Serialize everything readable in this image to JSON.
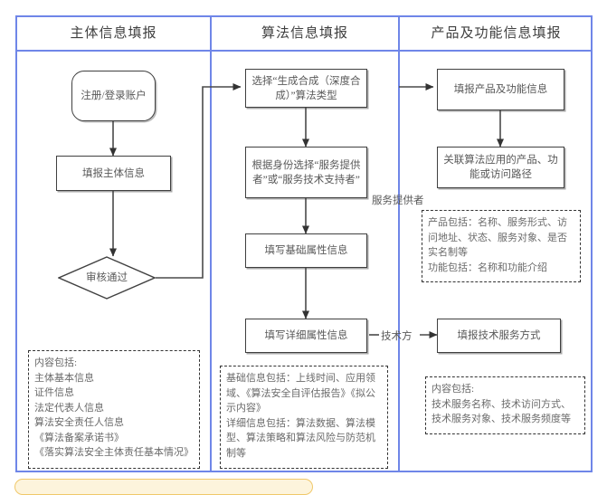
{
  "columns": [
    {
      "title": "主体信息填报"
    },
    {
      "title": "算法信息填报"
    },
    {
      "title": "产品及功能信息填报"
    }
  ],
  "nodes": {
    "register": "注册/登录账户",
    "fill_subject": "填报主体信息",
    "review_pass": "审核通过",
    "select_algo_type": "选择“生成合成（深度合成）”算法类型",
    "select_identity": "根据身份选择“服务提供者”或“服务技术支持者”",
    "fill_basic_attr": "填写基础属性信息",
    "fill_detail_attr": "填写详细属性信息",
    "fill_product": "填报产品及功能信息",
    "link_product": "关联算法应用的产品、功能或访问路径",
    "fill_tech_service": "填报技术服务方式"
  },
  "edge_labels": {
    "service_provider": "服务提供者",
    "tech_party": "技术方"
  },
  "notes": {
    "subject": {
      "lines": [
        "内容包括:",
        "主体基本信息",
        "证件信息",
        "法定代表人信息",
        "算法安全责任人信息",
        "《算法备案承诺书》",
        "《落实算法安全主体责任基本情况》"
      ]
    },
    "algorithm": {
      "lines": [
        "基础信息包括：上线时间、应用领域、《算法安全自评估报告》《拟公示内容》",
        "详细信息包括：算法数据、算法模型、算法策略和算法风险与防范机制等"
      ]
    },
    "product": {
      "lines": [
        "产品包括：名称、服务形式、访问地址、状态、服务对象、是否实名制等",
        "功能包括：名称和功能介绍"
      ]
    },
    "tech": {
      "lines": [
        "内容包括:",
        "技术服务名称、技术访问方式、",
        "技术服务对象、技术服务频度等"
      ]
    }
  },
  "colors": {
    "table_border": "#6f86e8",
    "node_border": "#404040",
    "note_border": "#333333",
    "text": "#595959",
    "callout_fill": "#fdf4dc",
    "callout_border": "#f0c86a"
  }
}
